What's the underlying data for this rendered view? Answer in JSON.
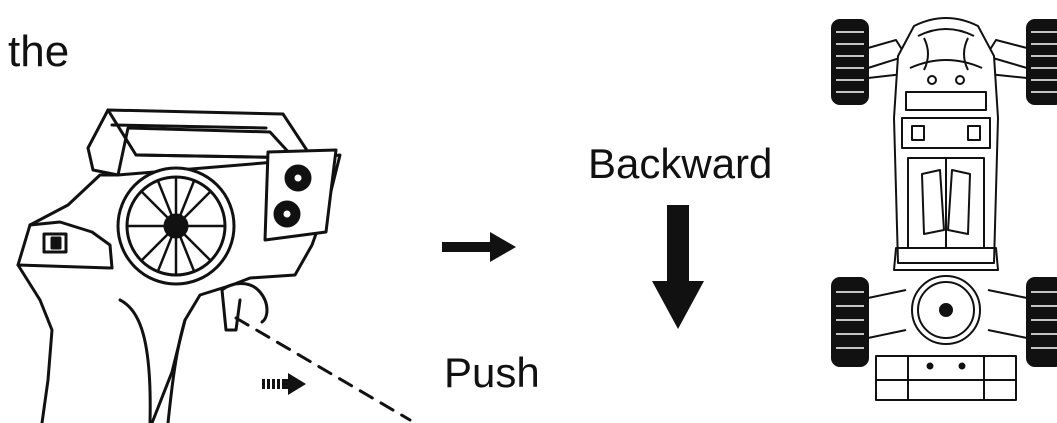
{
  "diagram": {
    "leading_word": "the",
    "direction_label": "Backward",
    "action_label": "Push"
  },
  "colors": {
    "ink": "#111111",
    "background": "#ffffff"
  },
  "icons": {
    "transmitter": "rc-transmitter-icon",
    "trigger_arrow": "striped-arrow-icon",
    "flow_arrow": "right-arrow-icon",
    "direction_arrow": "down-arrow-icon",
    "vehicle": "rc-car-top-view-icon"
  }
}
